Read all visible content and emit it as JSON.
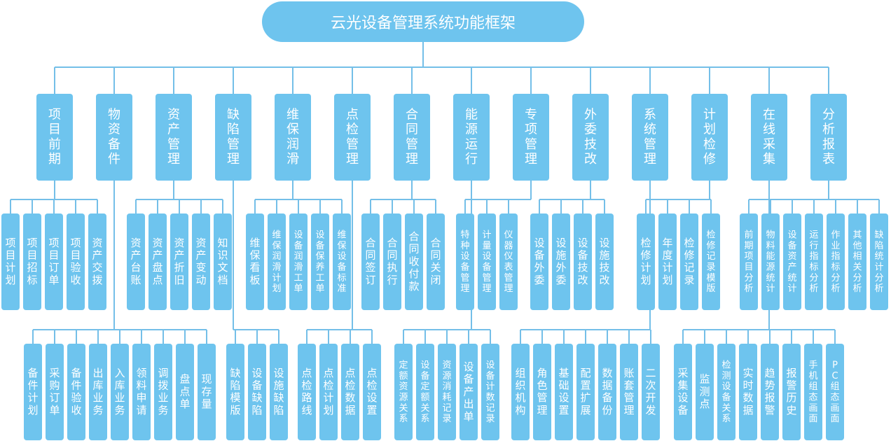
{
  "title": "云光设备管理系统功能框架",
  "categories": [
    {
      "label": "项目前期",
      "children": [
        "项目计划",
        "项目招标",
        "项目订单",
        "项目验收",
        "资产交拨"
      ]
    },
    {
      "label": "物资备件",
      "children": [
        "备件计划",
        "采购订单",
        "备件验收",
        "出库业务",
        "入库业务",
        "领料申请",
        "调拨业务",
        "盘点单",
        "现存量"
      ]
    },
    {
      "label": "资产管理",
      "children": [
        "资产台账",
        "资产盘点",
        "资产折旧",
        "资产变动",
        "知识文档"
      ]
    },
    {
      "label": "缺陷管理",
      "children": [
        "缺陷模版",
        "设备缺陷",
        "设施缺陷"
      ]
    },
    {
      "label": "维保润滑",
      "children": [
        "维保看板",
        "维保润滑计划",
        "设备润滑工单",
        "设备保养工单",
        "维保设备标准"
      ]
    },
    {
      "label": "点检管理",
      "children": [
        "点检路线",
        "点检计划",
        "点检数据",
        "点检设置"
      ]
    },
    {
      "label": "合同管理",
      "children": [
        "合同签订",
        "合同执行",
        "合同收付款",
        "合同关闭"
      ]
    },
    {
      "label": "能源运行",
      "children": [
        "定额资源关系",
        "设备定额关系",
        "资源消耗记录",
        "设备产出单",
        "设备计数记录"
      ]
    },
    {
      "label": "专项管理",
      "children": [
        "特种设备管理",
        "计量设备管理",
        "仪器仪表管理"
      ]
    },
    {
      "label": "外委技改",
      "children": [
        "设备外委",
        "设施外委",
        "设备技改",
        "设施技改"
      ]
    },
    {
      "label": "系统管理",
      "children": [
        "组织机构",
        "角色管理",
        "基础设置",
        "配置扩展",
        "数据备份",
        "账套管理",
        "二次开发"
      ]
    },
    {
      "label": "计划检修",
      "children": [
        "检修计划",
        "年度计划",
        "检修记录",
        "检修记录模版"
      ]
    },
    {
      "label": "在线采集",
      "children": [
        "采集设备",
        "监测点",
        "检测设备关系",
        "实时数据",
        "趋势报警",
        "报警历史",
        "手机组态画面",
        "PC组态画面"
      ]
    },
    {
      "label": "分析报表",
      "children": [
        "前期项目分析",
        "物料能源统计",
        "设备资产统计",
        "运行指标分析",
        "作业指标分析",
        "其他相关分析",
        "缺陷统计分析"
      ]
    }
  ]
}
